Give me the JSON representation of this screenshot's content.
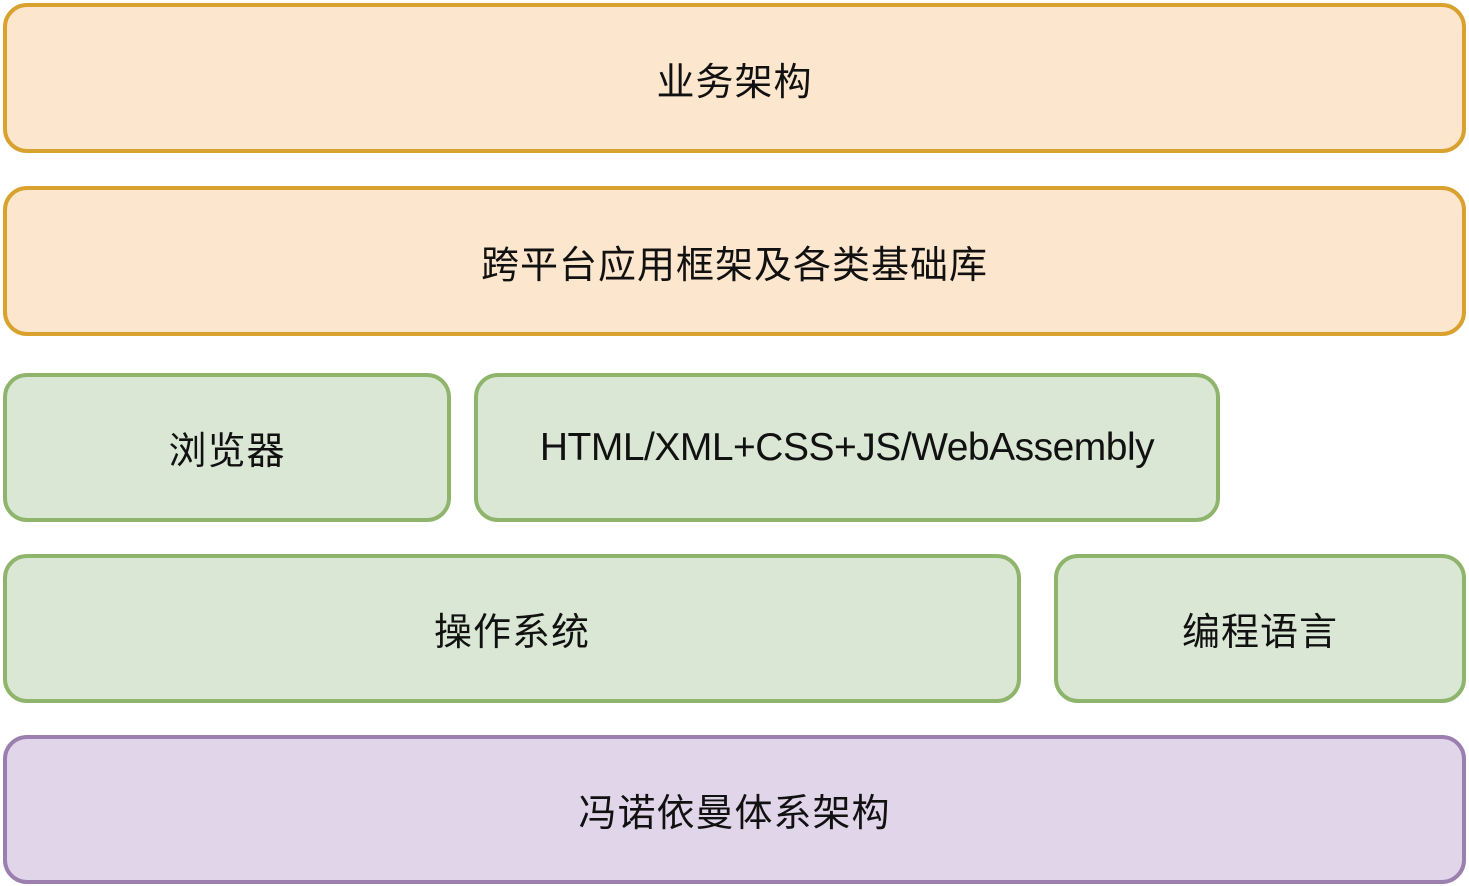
{
  "layers": {
    "business": "业务架构",
    "framework": "跨平台应用框架及各类基础库",
    "browser": "浏览器",
    "web": "HTML/XML+CSS+JS/WebAssembly",
    "os": "操作系统",
    "lang": "编程语言",
    "von_neumann": "冯诺依曼体系架构"
  },
  "colors": {
    "orange_fill": "#fce6cd",
    "orange_border": "#d9a12d",
    "green_fill": "#dae7d5",
    "green_border": "#8fb56c",
    "purple_fill": "#e1d6e9",
    "purple_border": "#9a7faf"
  }
}
